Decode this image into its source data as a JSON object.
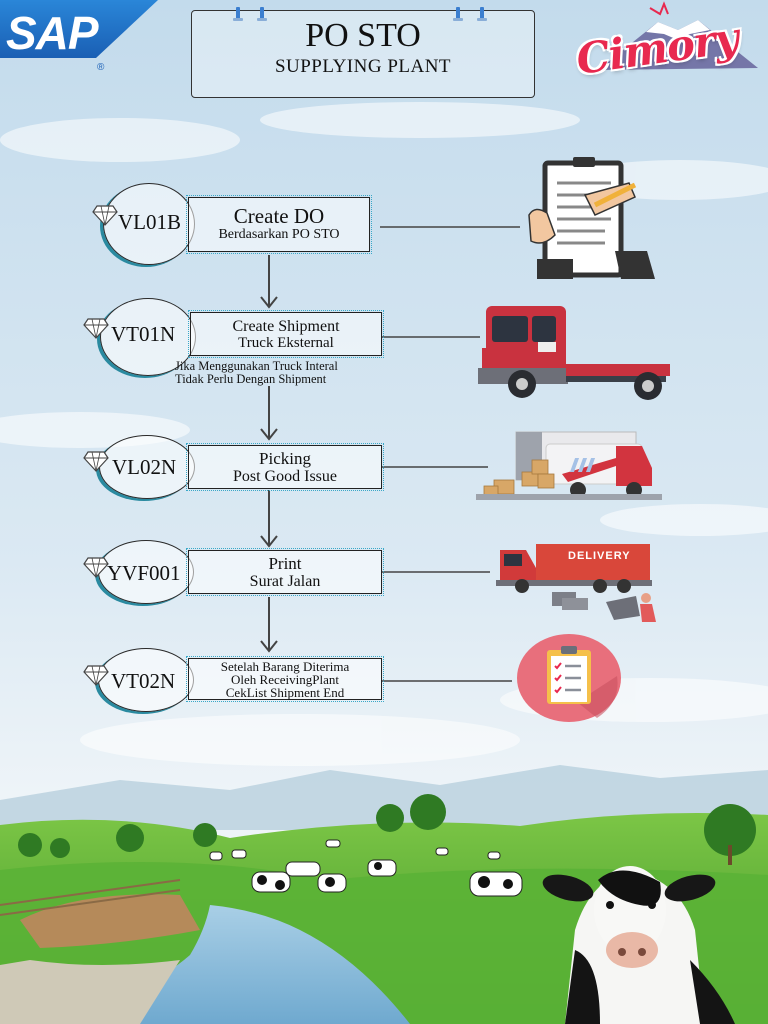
{
  "header": {
    "title": "PO STO",
    "subtitle": "SUPPLYING PLANT"
  },
  "logos": {
    "left": "SAP",
    "left_mark": "®",
    "right": "Cimory"
  },
  "steps": [
    {
      "code": "VL01B",
      "lines": [
        "Create DO",
        "Berdasarkan PO STO"
      ],
      "illustration": "clipboard-hand-icon"
    },
    {
      "code": "VT01N",
      "lines": [
        "Create Shipment",
        "Truck Eksternal"
      ],
      "note": [
        "Jika Menggunakan Truck Interal",
        "Tidak Perlu Dengan Shipment"
      ],
      "illustration": "truck-icon"
    },
    {
      "code": "VL02N",
      "lines": [
        "Picking",
        "Post Good Issue"
      ],
      "illustration": "loading-truck-icon"
    },
    {
      "code": "YVF001",
      "lines": [
        "Print",
        "Surat Jalan"
      ],
      "illustration": "delivery-truck-icon",
      "badge": "DELIVERY"
    },
    {
      "code": "VT02N",
      "lines": [
        "Setelah Barang Diterima",
        "Oleh ReceivingPlant",
        "CekList Shipment End"
      ],
      "illustration": "checklist-icon"
    }
  ],
  "colors": {
    "sky_top": "#c5dcec",
    "grass": "#5fb23a",
    "accent_teal": "#2a8aa0",
    "sap_blue": "#1d61b8",
    "cimory_red": "#e8294f"
  }
}
